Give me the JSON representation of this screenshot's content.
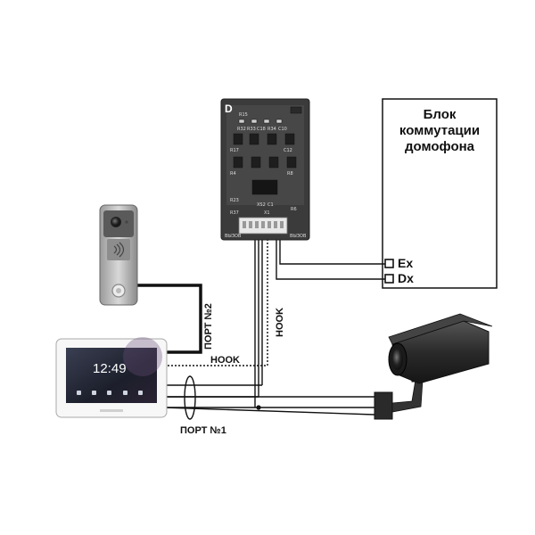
{
  "switch_block": {
    "title_lines": [
      "Блок",
      "коммутации",
      "домофона"
    ],
    "terminals": [
      "Ex",
      "Dx"
    ]
  },
  "wire_labels": {
    "port2": "ПОРТ №2",
    "port1": "ПОРТ №1",
    "hook_vertical": "HOOK",
    "hook_horizontal": "HOOK"
  },
  "monitor": {
    "time": "12:49"
  },
  "pcb": {
    "logo": "D",
    "silkscreen": [
      "R15",
      "R32",
      "R33",
      "C18",
      "R34",
      "C10",
      "R17",
      "C12",
      "R4",
      "R8",
      "XS2",
      "C1",
      "X1",
      "R23",
      "R6",
      "R37"
    ],
    "connector_left_label": "ВЫЗОВ",
    "connector_right_label": "ВЫЗОВ"
  }
}
